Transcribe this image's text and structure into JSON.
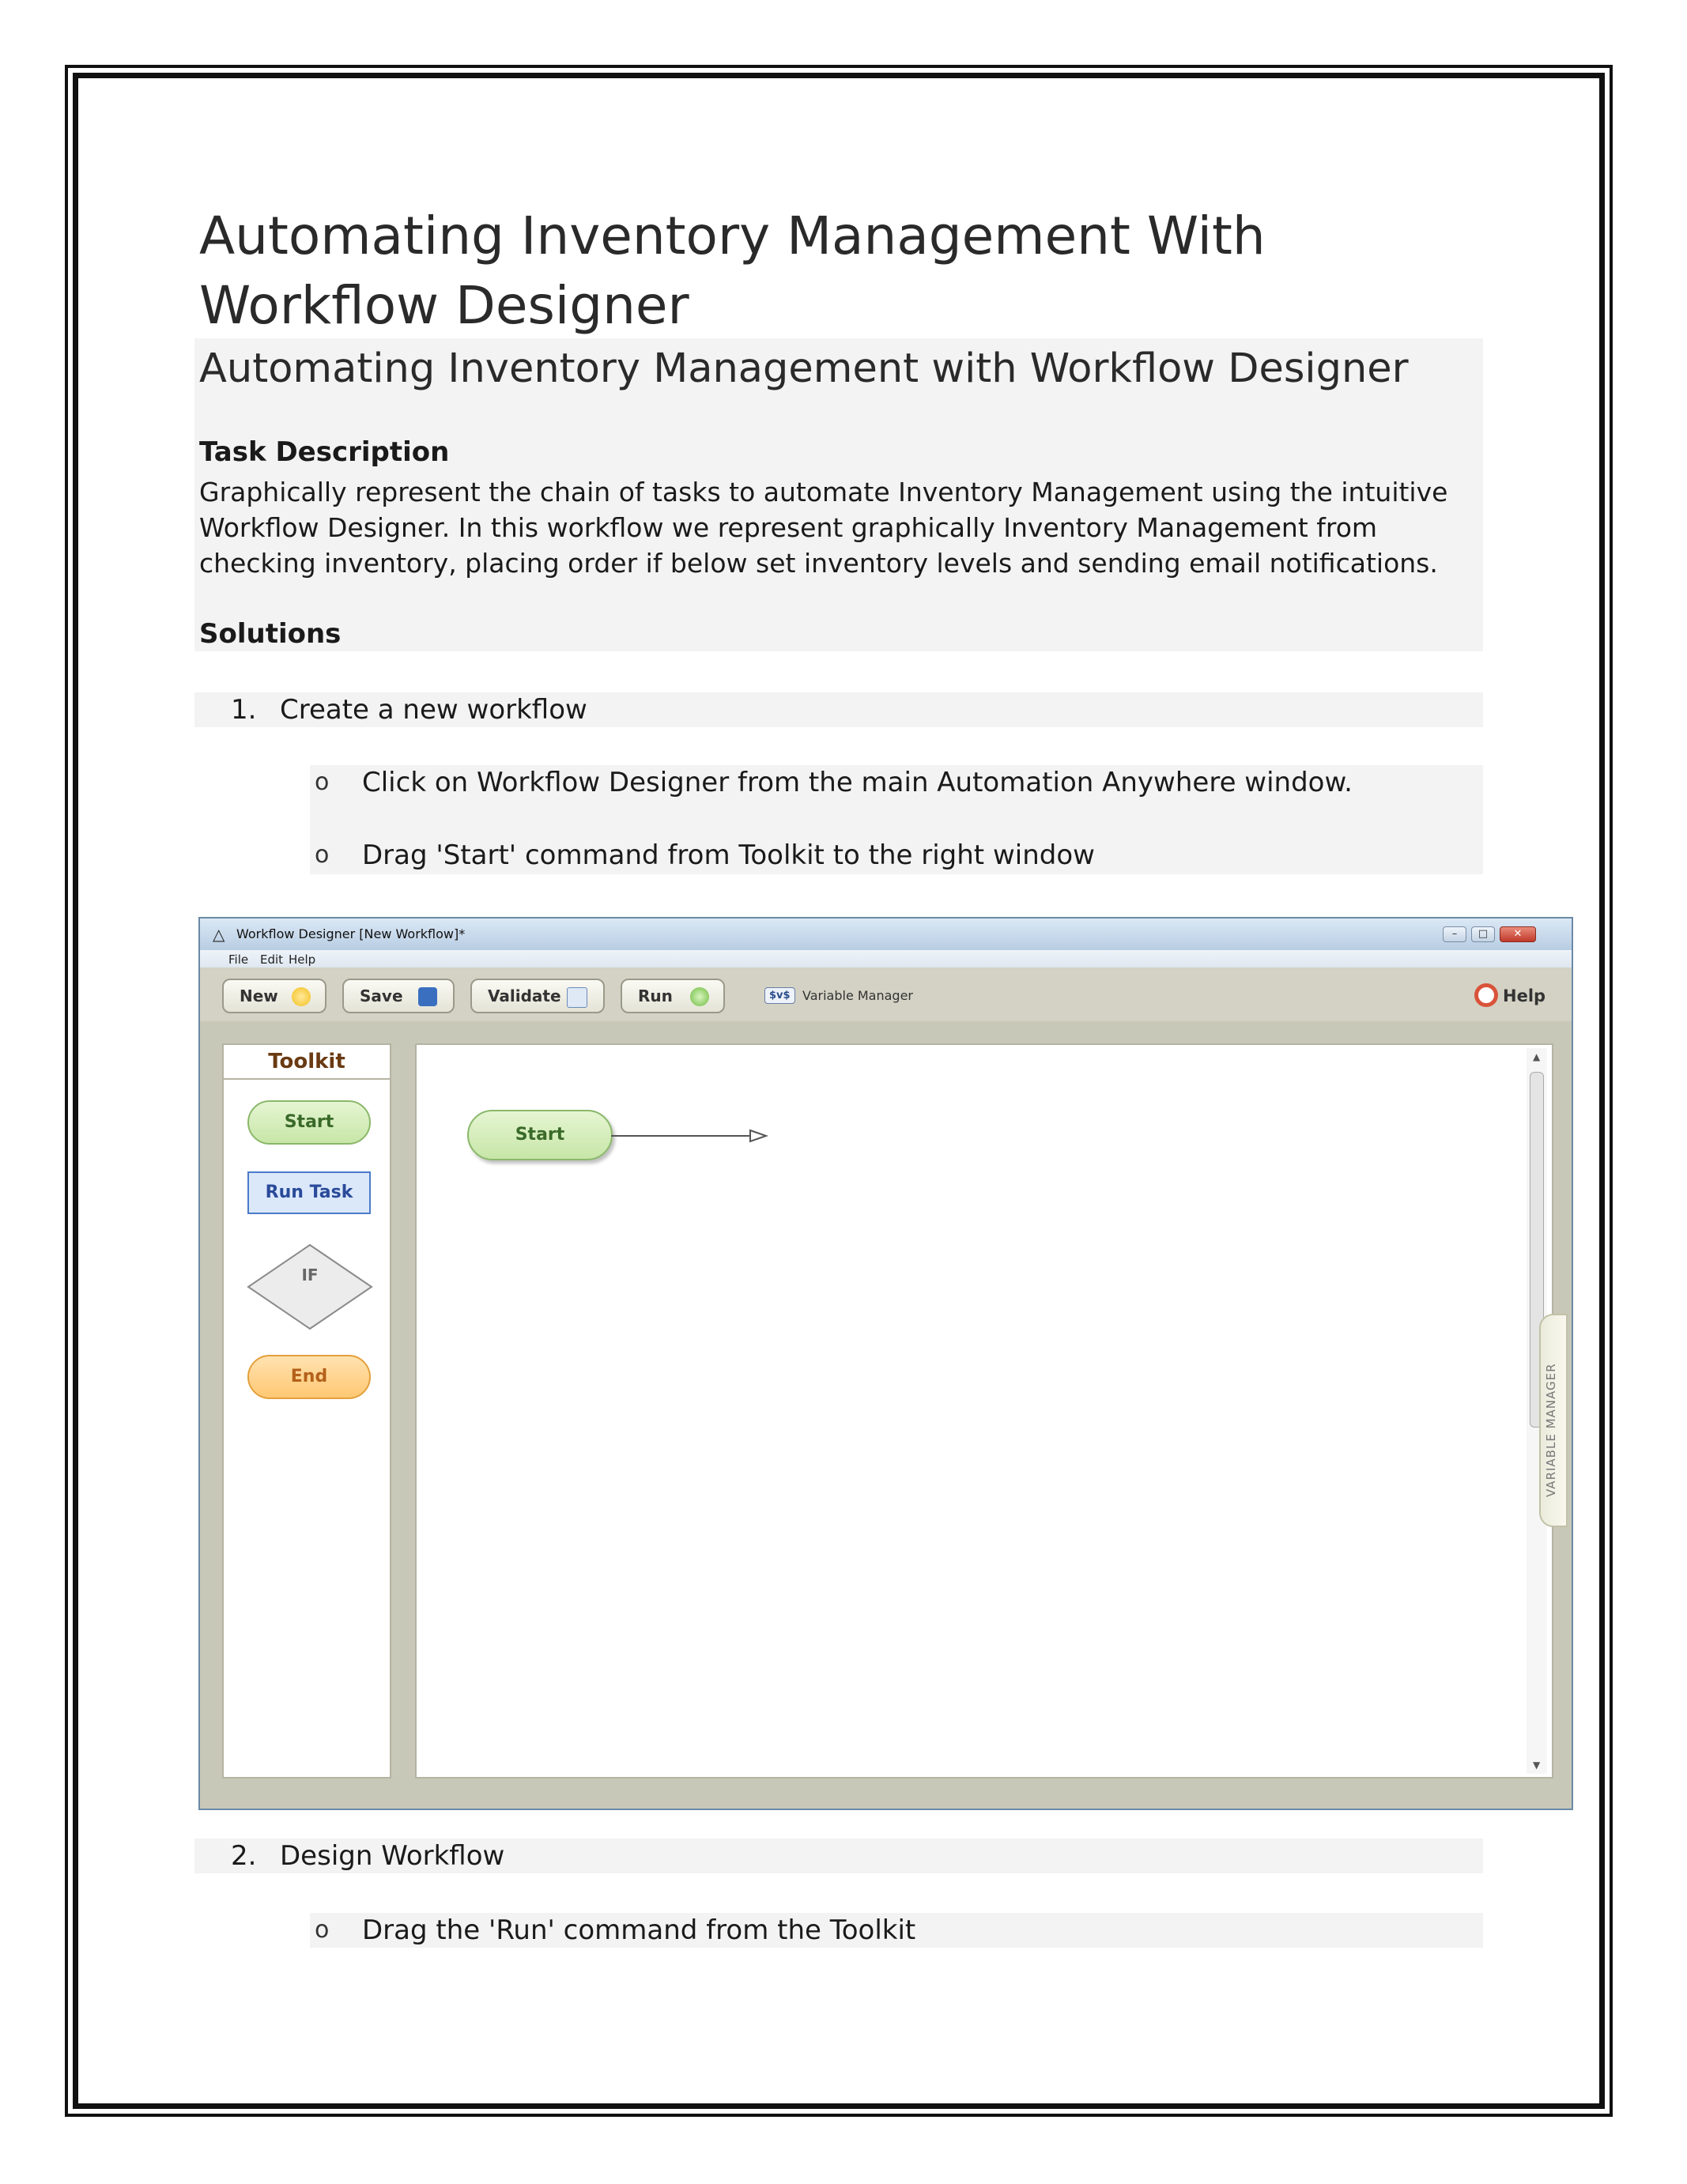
{
  "title": "Automating Inventory Management With Workflow Designer",
  "subtitle": "Automating Inventory Management with Workflow Designer",
  "task": {
    "heading": "Task Description",
    "text": "Graphically represent the chain of tasks to automate Inventory Management using the intuitive Workflow Designer. In this workflow we represent graphically Inventory Management from checking inventory, placing order if below set inventory levels and sending email notifications."
  },
  "solutions": {
    "heading": "Solutions",
    "step1": {
      "num": "1.",
      "label": "Create a new workflow",
      "bullets": [
        "Click on Workflow Designer from the main Automation Anywhere window.",
        "Drag 'Start' command from Toolkit to the right window"
      ]
    },
    "step2": {
      "num": "2.",
      "label": "Design Workflow",
      "bullets": [
        "Drag the 'Run' command from the Toolkit"
      ]
    },
    "bullet_glyph": "o"
  },
  "screenshot": {
    "window_title": "Workflow Designer [New Workflow]*",
    "menu": [
      "File",
      "Edit",
      "Help"
    ],
    "toolbar": {
      "new": "New",
      "save": "Save",
      "validate": "Validate",
      "run": "Run",
      "variable_badge": "$v$",
      "variable_manager": "Variable Manager",
      "help": "Help"
    },
    "toolkit": {
      "heading": "Toolkit",
      "start": "Start",
      "run_task": "Run Task",
      "if": "IF",
      "end": "End"
    },
    "canvas": {
      "start_node": "Start"
    },
    "side_tab": "VARIABLE MANAGER",
    "colors": {
      "start_fill": "#c8e6a8",
      "run_task_fill": "#dbe8fa",
      "end_fill": "#ffc873",
      "close_button": "#c0392b"
    }
  }
}
